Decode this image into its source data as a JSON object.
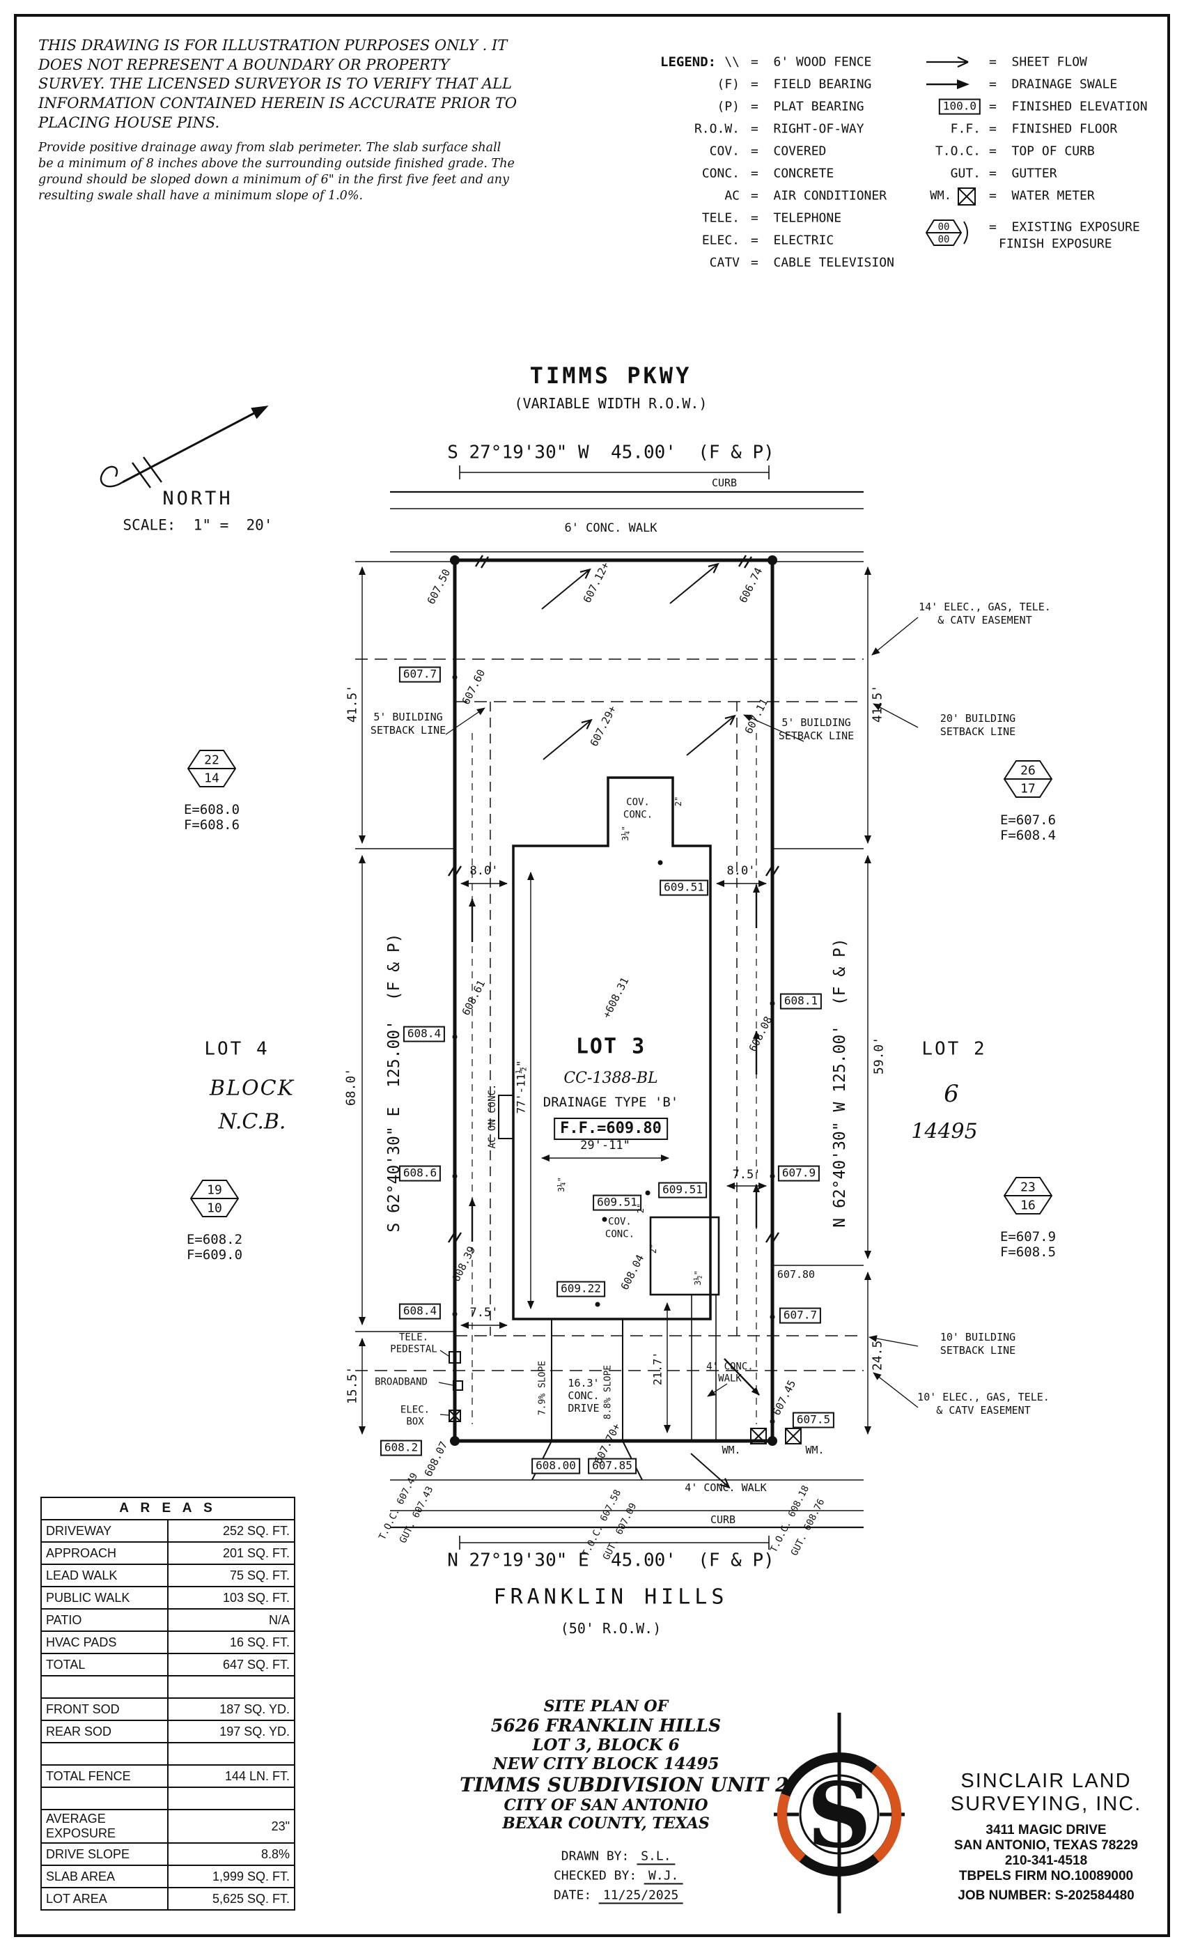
{
  "colors": {
    "line": "#111111",
    "paper": "#ffffff",
    "logo_orange": "#D9541D"
  },
  "disclaimer": {
    "p1": "THIS DRAWING IS FOR ILLUSTRATION PURPOSES ONLY . IT DOES NOT REPRESENT A BOUNDARY OR PROPERTY SURVEY. THE LICENSED SURVEYOR IS TO VERIFY THAT ALL INFORMATION CONTAINED HEREIN IS ACCURATE PRIOR TO PLACING HOUSE PINS.",
    "p2": "Provide positive drainage away from slab perimeter. The slab surface shall be a minimum of 8 inches above the surrounding outside finished grade. The ground should be sloped down a minimum of 6\" in the first five feet and any resulting swale shall have a minimum slope of 1.0%."
  },
  "legend": {
    "title": "LEGEND:",
    "hex_top": "00",
    "hex_bottom": "00",
    "elev_box": "100.0",
    "wm_sym": "WM.",
    "left": [
      {
        "sym": "\\\\",
        "desc": "=  6' WOOD FENCE"
      },
      {
        "sym": "(F)",
        "desc": "=  FIELD BEARING"
      },
      {
        "sym": "(P)",
        "desc": "=  PLAT BEARING"
      },
      {
        "sym": "R.O.W.",
        "desc": "=  RIGHT-OF-WAY"
      },
      {
        "sym": "COV.",
        "desc": "=  COVERED"
      },
      {
        "sym": "CONC.",
        "desc": "=  CONCRETE"
      },
      {
        "sym": "AC",
        "desc": "=  AIR CONDITIONER"
      },
      {
        "sym": "TELE.",
        "desc": "=  TELEPHONE"
      },
      {
        "sym": "ELEC.",
        "desc": "=  ELECTRIC"
      },
      {
        "sym": "CATV",
        "desc": "=  CABLE TELEVISION"
      }
    ],
    "right": [
      {
        "desc": "=  SHEET FLOW"
      },
      {
        "desc": "=  DRAINAGE SWALE"
      },
      {
        "desc": "=  FINISHED ELEVATION"
      },
      {
        "sym": "F.F.",
        "desc": "=  FINISHED FLOOR"
      },
      {
        "sym": "T.O.C.",
        "desc": "=  TOP OF CURB"
      },
      {
        "sym": "GUT.",
        "desc": "=  GUTTER"
      },
      {
        "desc": "=  WATER METER"
      },
      {
        "desc1": "=  EXISTING EXPOSURE",
        "desc2": "FINISH EXPOSURE"
      }
    ]
  },
  "north": {
    "label": "NORTH",
    "scale": "SCALE:  1\" =  20'"
  },
  "streets": {
    "top_name": "TIMMS PKWY",
    "top_row": "(VARIABLE WIDTH R.O.W.)",
    "top_bearing": "S 27°19'30\" W  45.00'  (F & P)",
    "top_curb": "CURB",
    "top_walk": "6' CONC. WALK",
    "bottom_bearing": "N 27°19'30\" E  45.00'  (F & P)",
    "bottom_name": "FRANKLIN HILLS",
    "bottom_row": "(50' R.O.W.)",
    "bottom_curb": "CURB",
    "bottom_walk": "4' CONC. WALK"
  },
  "lots": {
    "west_bearing": "S 62°40'30\" E  125.00'  (F & P)",
    "east_bearing": "N 62°40'30\" W 125.00'  (F & P)",
    "lot4_name": "LOT 4",
    "lot4_block": "BLOCK",
    "lot4_ncb": "N.C.B.",
    "lot2_name": "LOT 2",
    "lot2_block": "6",
    "lot2_ncb": "14495",
    "lot3_name": "LOT 3",
    "lot3_cc": "CC-1388-BL",
    "lot3_drainage": "DRAINAGE TYPE 'B'",
    "lot3_ff": "F.F.=609.80"
  },
  "markers": [
    {
      "top": "22",
      "bottom": "14",
      "e": "E=608.0",
      "f": "F=608.6"
    },
    {
      "top": "26",
      "bottom": "17",
      "e": "E=607.6",
      "f": "F=608.4"
    },
    {
      "top": "19",
      "bottom": "10",
      "e": "E=608.2",
      "f": "F=609.0"
    },
    {
      "top": "23",
      "bottom": "16",
      "e": "E=607.9",
      "f": "F=608.5"
    }
  ],
  "eboxes": {
    "l1": "607.7",
    "l2": "608.4",
    "l3": "608.6",
    "l4": "608.4",
    "l5": "608.2",
    "r1": "608.1",
    "r2": "607.9",
    "r3": "607.7",
    "r4": "607.5",
    "stoop": "609.51",
    "patio_r": "609.51",
    "patio_l": "609.51",
    "drive": "609.22",
    "b1": "608.00",
    "b2": "607.85"
  },
  "spots": {
    "s1": "607.50",
    "s2": "607.12+",
    "s3": "606.74",
    "s4": "607.60",
    "s5": "607.29+",
    "s6": "607.11",
    "s7": "608.61",
    "s8": "+608.31",
    "s9": "608.08",
    "s10": "608.39",
    "s11": "608.04",
    "s12": "607.45",
    "s13": "608.07",
    "s14": "607.70+",
    "s15": "607.80"
  },
  "toc": {
    "a_t": "T.O.C. 607.49",
    "a_g": "GUT. 607.43",
    "b_t": "T.O.C. 607.58",
    "b_g": "GUT. 607.09",
    "c_t": "T.O.C. 608.18",
    "c_g": "GUT. 608.76"
  },
  "dims": {
    "nw": "41.5'",
    "ne": "41.5'",
    "w": "68.0'",
    "e": "59.0'",
    "sw": "15.5'",
    "se": "24.5'",
    "h_l": "8.0'",
    "h_r": "8.0'",
    "sb_l": "7.5'",
    "sb_r": "7.5'",
    "hw": "29'-11\"",
    "hd": "77'-11½\"",
    "walk": "21.7'"
  },
  "feats": {
    "drive1": "16.3'",
    "drive2": "CONC.",
    "drive3": "DRIVE",
    "slope1": "7.9% SLOPE",
    "slope2": "8.8% SLOPE",
    "cov_a": "COV.",
    "cov_b": "CONC.",
    "ac": "AC ON CONC.",
    "tele1": "TELE.",
    "tele2": "PEDESTAL",
    "broadband": "BROADBAND",
    "elec1": "ELEC.",
    "elec2": "BOX",
    "wm": "WM.",
    "walk4a": "4' CONC.",
    "walk4b": "WALK"
  },
  "callouts": {
    "e14a": "14' ELEC., GAS, TELE.",
    "e14b": "& CATV EASEMENT",
    "sb20a": "20' BUILDING",
    "sb20b": "SETBACK LINE",
    "sb5a": "5' BUILDING",
    "sb5b": "SETBACK LINE",
    "sb10a": "10' BUILDING",
    "sb10b": "SETBACK LINE",
    "e10a": "10' ELEC., GAS, TELE.",
    "e10b": "& CATV EASEMENT"
  },
  "ticks": {
    "q1": "3¼\"",
    "q2": "2\"",
    "q3": "3½\""
  },
  "areas": {
    "title": "A R E A S",
    "rows": [
      {
        "label": "DRIVEWAY",
        "value": "252 SQ. FT."
      },
      {
        "label": "APPROACH",
        "value": "201 SQ. FT."
      },
      {
        "label": "LEAD WALK",
        "value": "75 SQ. FT."
      },
      {
        "label": "PUBLIC WALK",
        "value": "103 SQ. FT."
      },
      {
        "label": "PATIO",
        "value": "N/A"
      },
      {
        "label": "HVAC PADS",
        "value": "16 SQ. FT."
      },
      {
        "label": "TOTAL",
        "value": "647 SQ. FT."
      },
      {
        "label": "",
        "value": ""
      },
      {
        "label": "FRONT SOD",
        "value": "187 SQ. YD."
      },
      {
        "label": "REAR SOD",
        "value": "197 SQ. YD."
      },
      {
        "label": "",
        "value": ""
      },
      {
        "label": "TOTAL FENCE",
        "value": "144 LN. FT."
      },
      {
        "label": "",
        "value": ""
      },
      {
        "label": "AVERAGE EXPOSURE",
        "value": "23\""
      },
      {
        "label": "DRIVE SLOPE",
        "value": "8.8%"
      },
      {
        "label": "SLAB AREA",
        "value": "1,999 SQ. FT."
      },
      {
        "label": "LOT AREA",
        "value": "5,625 SQ. FT."
      }
    ]
  },
  "title_block": {
    "l1": "SITE PLAN OF",
    "l2": "5626 FRANKLIN HILLS",
    "l3": "LOT 3, BLOCK 6",
    "l4": "NEW CITY BLOCK 14495",
    "l5": "TIMMS SUBDIVISION UNIT 2",
    "l6": "CITY OF SAN ANTONIO",
    "l7": "BEXAR COUNTY, TEXAS",
    "drawn_label": "DRAWN BY:",
    "drawn": "S.L.",
    "checked_label": "CHECKED BY:",
    "checked": "W.J.",
    "date_label": "DATE:",
    "date": "11/25/2025"
  },
  "company": {
    "name1": "SINCLAIR LAND",
    "name2": "SURVEYING, INC.",
    "addr1": "3411 MAGIC DRIVE",
    "addr2": "SAN ANTONIO, TEXAS 78229",
    "phone": "210-341-4518",
    "firm": "TBPELS FIRM NO.10089000",
    "job": "JOB NUMBER:  S-202584480",
    "logo_letter": "S"
  }
}
